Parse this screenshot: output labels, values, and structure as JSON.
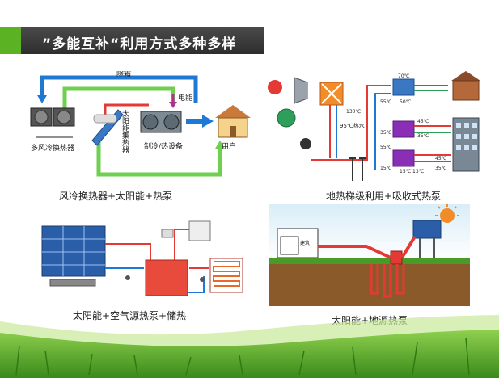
{
  "title": "”多能互补“利用方式多种多样",
  "panels": [
    {
      "caption": "风冷换热器+太阳能+热泵",
      "labels": {
        "defrost": "除霜",
        "electricity": "电能",
        "multi_exchanger": "多风冷换热器",
        "solar_collector": "太阳能集热器",
        "heat_pump": "制冷/热设备",
        "user": "用户"
      }
    },
    {
      "caption": "地热梯级利用+吸收式热泵",
      "labels": {
        "t130": "130℃",
        "t95": "95℃热水",
        "t70": "70℃",
        "t55a": "55℃",
        "t50": "50℃",
        "t45": "45℃",
        "t35a": "35℃",
        "t35b": "35℃",
        "t55b": "55℃",
        "t15a": "15℃",
        "t15b": "15℃",
        "t13": "13℃",
        "t45b": "45℃",
        "t35c": "35℃"
      }
    },
    {
      "caption": "太阳能+空气源热泵+储热",
      "labels": {}
    },
    {
      "caption": "太阳能+地源热泵",
      "labels": {
        "room": "建筑"
      }
    }
  ],
  "colors": {
    "accent_green": "#5bb324",
    "title_dark": "#3a3a3a",
    "arrow_blue": "#1f78d1",
    "arrow_green": "#6fcf4f",
    "heat_red": "#e53935"
  }
}
